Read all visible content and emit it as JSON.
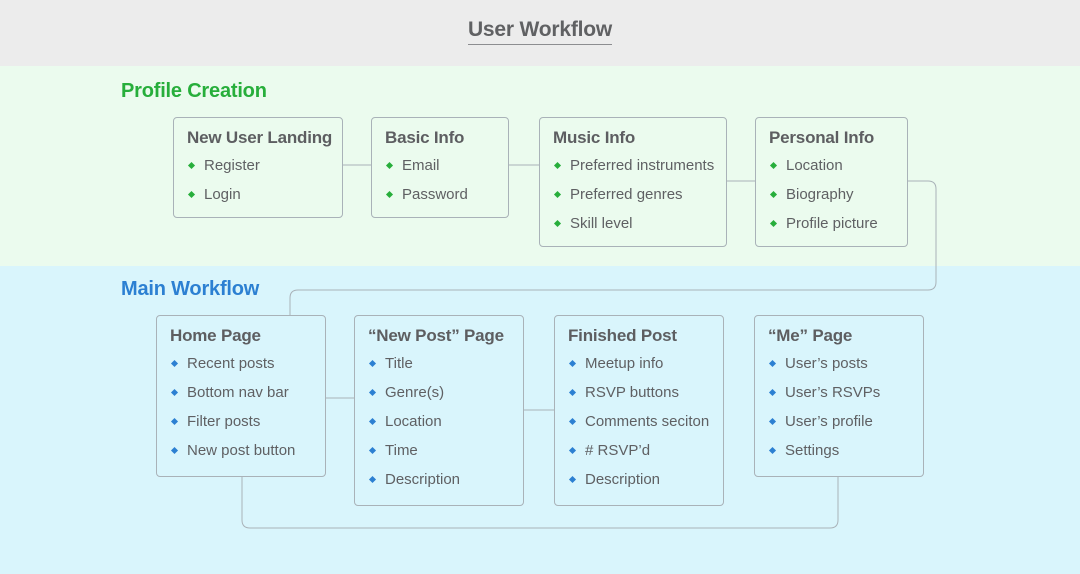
{
  "title": "User Workflow",
  "colors": {
    "profile_accent": "#27ae3b",
    "main_accent": "#2c80d2",
    "profile_band": "#ebfbee",
    "main_band": "#d9f5fc",
    "title_band": "#ececec"
  },
  "sections": {
    "profile": {
      "title": "Profile Creation",
      "boxes": [
        {
          "title": "New User Landing",
          "items": [
            "Register",
            "Login"
          ]
        },
        {
          "title": "Basic Info",
          "items": [
            "Email",
            "Password"
          ]
        },
        {
          "title": "Music Info",
          "items": [
            "Preferred instruments",
            "Preferred genres",
            "Skill level"
          ]
        },
        {
          "title": "Personal Info",
          "items": [
            "Location",
            "Biography",
            "Profile picture"
          ]
        }
      ]
    },
    "main": {
      "title": "Main Workflow",
      "boxes": [
        {
          "title": "Home Page",
          "items": [
            "Recent posts",
            "Bottom nav bar",
            "Filter posts",
            "New post button"
          ]
        },
        {
          "title": "“New Post” Page",
          "items": [
            "Title",
            "Genre(s)",
            "Location",
            "Time",
            "Description"
          ]
        },
        {
          "title": "Finished Post",
          "items": [
            "Meetup info",
            "RSVP buttons",
            "Comments seciton",
            "# RSVP’d",
            "Description"
          ]
        },
        {
          "title": "“Me” Page",
          "items": [
            "User’s posts",
            "User’s RSVPs",
            "User’s profile",
            "Settings"
          ]
        }
      ]
    }
  }
}
